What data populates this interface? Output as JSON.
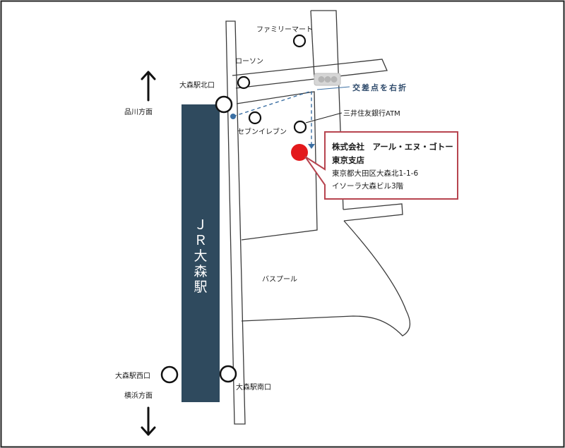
{
  "colors": {
    "station": "#2f4a5e",
    "destination": "#e3191c",
    "callout_border": "#b7444f",
    "route": "#3b6fa3",
    "route_text": "#2e4a6b",
    "signal": "#b5b5b5"
  },
  "station": {
    "name_chars": [
      "Ｊ",
      "Ｒ",
      "大",
      "森",
      "駅"
    ]
  },
  "directions": {
    "north": "品川方面",
    "south": "横浜方面"
  },
  "exits": {
    "north": "大森駅北口",
    "west": "大森駅西口",
    "south": "大森駅南口"
  },
  "landmarks": {
    "familymart": "ファミリーマート",
    "lawson": "ローソン",
    "seven_eleven": "セブンイレブン",
    "smbc_atm": "三井住友銀行ATM",
    "bus_pool": "バスプール"
  },
  "route": {
    "turn_label": "交差点を右折",
    "signal_icon": "traffic-signal-icon"
  },
  "office": {
    "company": "株式会社　アール・エヌ・ゴトー",
    "branch": "東京支店",
    "address": "東京都大田区大森北1-1-6",
    "building": "イソーラ大森ビル3階"
  }
}
